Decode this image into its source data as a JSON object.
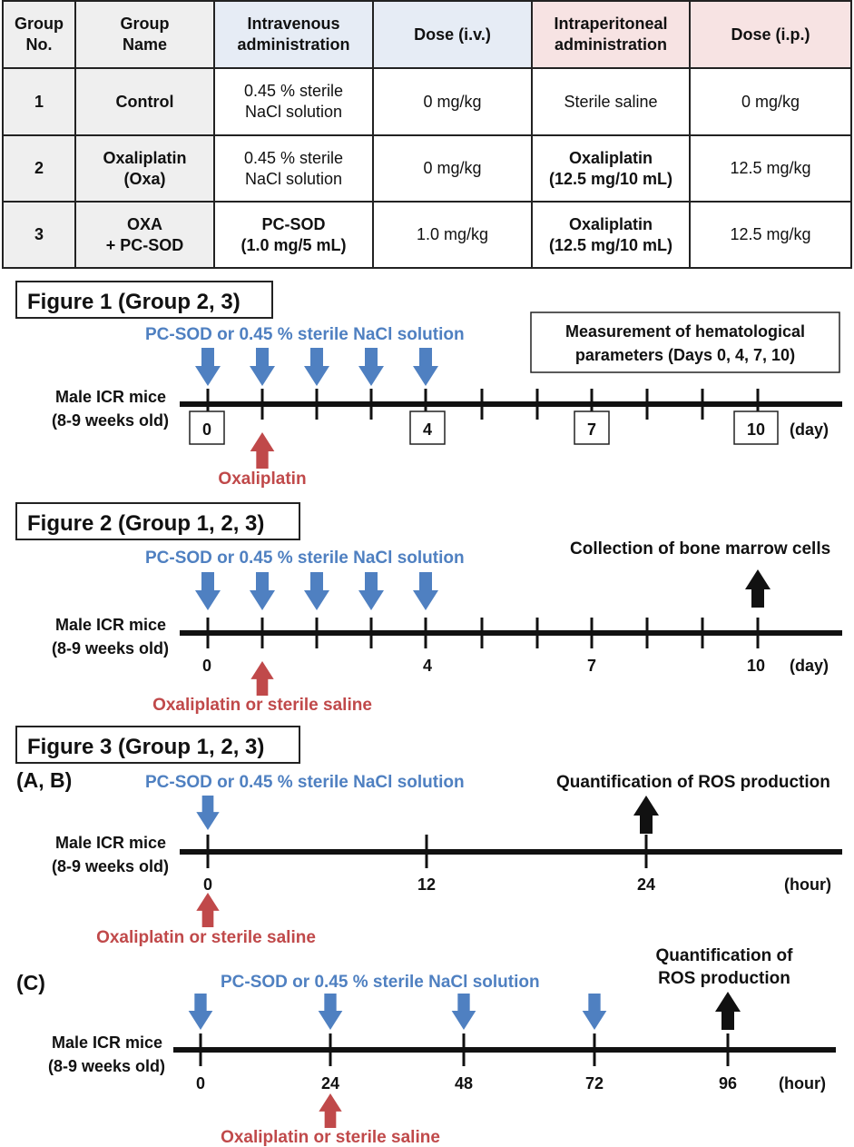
{
  "table": {
    "headers": [
      "Group\nNo.",
      "Group\nName",
      "Intravenous\nadministration",
      "Dose (i.v.)",
      "Intraperitoneal\nadministration",
      "Dose (i.p.)"
    ],
    "rows": [
      {
        "no": "1",
        "name": "Control",
        "iv": "0.45 % sterile\nNaCl solution",
        "iv_bold": false,
        "dose_iv": "0 mg/kg",
        "ip": "Sterile saline",
        "ip_bold": false,
        "dose_ip": "0 mg/kg"
      },
      {
        "no": "2",
        "name": "Oxaliplatin\n(Oxa)",
        "iv": "0.45 % sterile\nNaCl solution",
        "iv_bold": false,
        "dose_iv": "0 mg/kg",
        "ip": "Oxaliplatin\n(12.5 mg/10 mL)",
        "ip_bold": true,
        "dose_ip": "12.5 mg/kg"
      },
      {
        "no": "3",
        "name": "OXA\n+ PC-SOD",
        "iv": "PC-SOD\n(1.0 mg/5 mL)",
        "iv_bold": true,
        "dose_iv": "1.0 mg/kg",
        "ip": "Oxaliplatin\n(12.5 mg/10 mL)",
        "ip_bold": true,
        "dose_ip": "12.5 mg/kg"
      }
    ]
  },
  "colors": {
    "blue": "#4f80c1",
    "red": "#c0494a",
    "black": "#111111",
    "header_gray": "#efefef",
    "header_blue": "#e6ecf5",
    "header_pink": "#f7e3e3"
  },
  "fig1": {
    "title": "Figure 1 (Group 2, 3)",
    "iv_label": "PC-SOD or 0.45 % sterile NaCl solution",
    "measure_label": [
      "Measurement of hematological",
      "parameters (Days 0, 4, 7, 10)"
    ],
    "subject_label": [
      "Male ICR mice",
      "(8-9 weeks old)"
    ],
    "day_labels": [
      "0",
      "4",
      "7",
      "10"
    ],
    "unit": "(day)",
    "ip_label": "Oxaliplatin"
  },
  "fig2": {
    "title": "Figure 2 (Group 1, 2, 3)",
    "iv_label": "PC-SOD or 0.45 % sterile NaCl solution",
    "collect_label": "Collection of bone marrow cells",
    "subject_label": [
      "Male ICR mice",
      "(8-9 weeks old)"
    ],
    "day_labels": [
      "0",
      "4",
      "7",
      "10"
    ],
    "unit": "(day)",
    "ip_label": "Oxaliplatin or sterile saline"
  },
  "fig3": {
    "title": "Figure 3 (Group 1, 2, 3)",
    "panel_ab": {
      "label": "(A, B)",
      "iv_label": "PC-SOD or 0.45 % sterile NaCl solution",
      "quant_label": "Quantification of ROS production",
      "subject_label": [
        "Male ICR mice",
        "(8-9 weeks old)"
      ],
      "hour_labels": [
        "0",
        "12",
        "24"
      ],
      "unit": "(hour)",
      "ip_label": "Oxaliplatin or sterile saline"
    },
    "panel_c": {
      "label": "(C)",
      "iv_label": "PC-SOD or 0.45 % sterile NaCl solution",
      "quant_label": [
        "Quantification of",
        "ROS production"
      ],
      "subject_label": [
        "Male ICR mice",
        "(8-9 weeks old)"
      ],
      "hour_labels": [
        "0",
        "24",
        "48",
        "72",
        "96"
      ],
      "unit": "(hour)",
      "ip_label": "Oxaliplatin or sterile saline"
    }
  }
}
